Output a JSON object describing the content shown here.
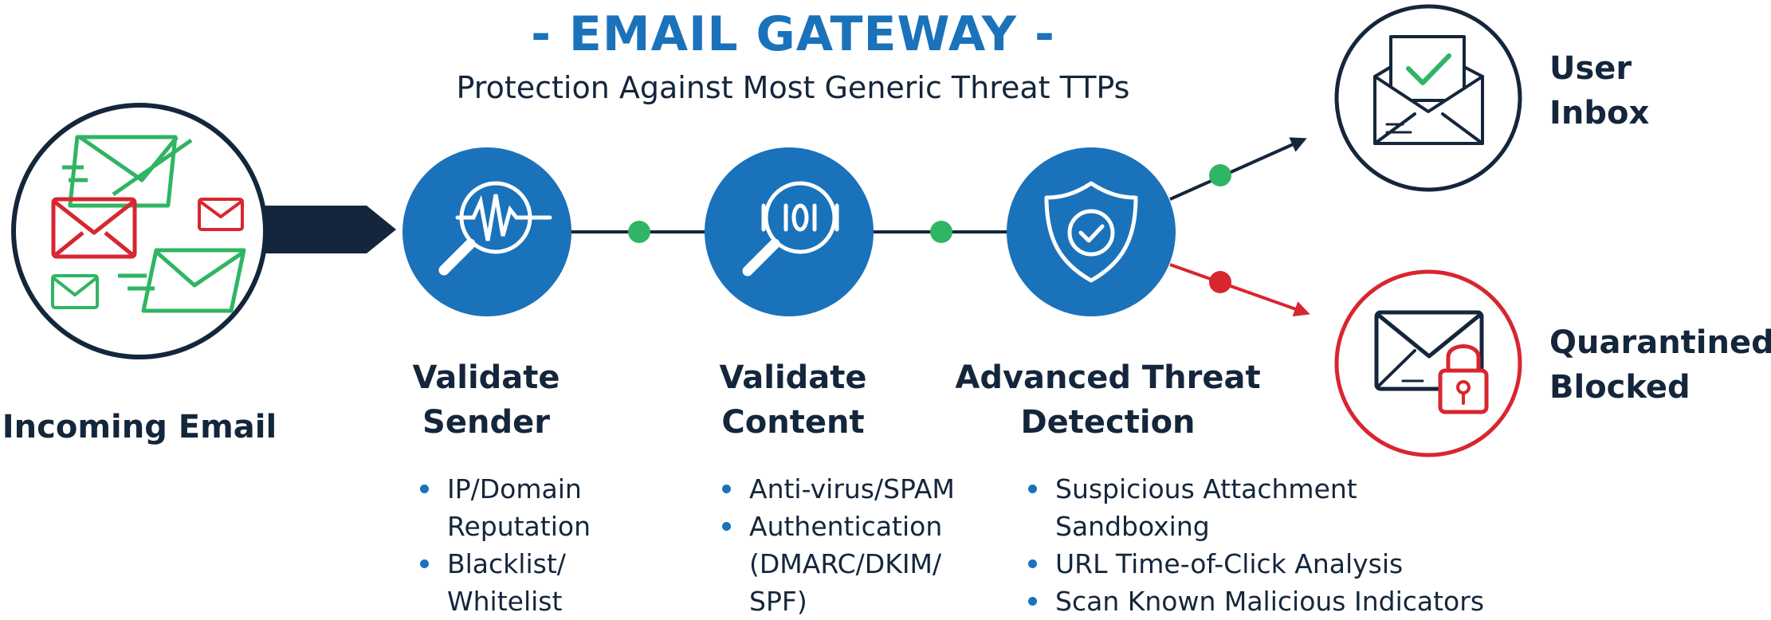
{
  "title": "- EMAIL GATEWAY -",
  "subtitle": "Protection Against Most Generic Threat TTPs",
  "colors": {
    "accent_blue": "#1a72bb",
    "navy": "#14263b",
    "ok_green": "#2fb563",
    "blocked_red": "#d8262f"
  },
  "input": {
    "label": "Incoming Email",
    "icon": "envelopes-icon"
  },
  "stages": [
    {
      "icon": "magnifier-waveform-icon",
      "title_lines": [
        "Validate",
        "Sender"
      ],
      "bullets": [
        {
          "lines": [
            "IP/Domain",
            "Reputation"
          ]
        },
        {
          "lines": [
            "Blacklist/",
            "Whitelist"
          ]
        }
      ]
    },
    {
      "icon": "magnifier-binary-icon",
      "title_lines": [
        "Validate",
        "Content"
      ],
      "bullets": [
        {
          "lines": [
            "Anti-virus/SPAM"
          ]
        },
        {
          "lines": [
            "Authentication",
            "(DMARC/DKIM/",
            "SPF)"
          ]
        }
      ]
    },
    {
      "icon": "shield-check-icon",
      "title_lines": [
        "Advanced Threat",
        "Detection"
      ],
      "bullets": [
        {
          "lines": [
            "Suspicious Attachment",
            "Sandboxing"
          ]
        },
        {
          "lines": [
            "URL Time-of-Click Analysis"
          ]
        },
        {
          "lines": [
            "Scan Known Malicious Indicators"
          ]
        }
      ]
    }
  ],
  "outputs": {
    "delivered": {
      "label_lines": [
        "User",
        "Inbox"
      ],
      "icon": "envelope-check-icon"
    },
    "blocked": {
      "label_lines": [
        "Quarantined/",
        "Blocked"
      ],
      "icon": "envelope-lock-icon"
    }
  }
}
